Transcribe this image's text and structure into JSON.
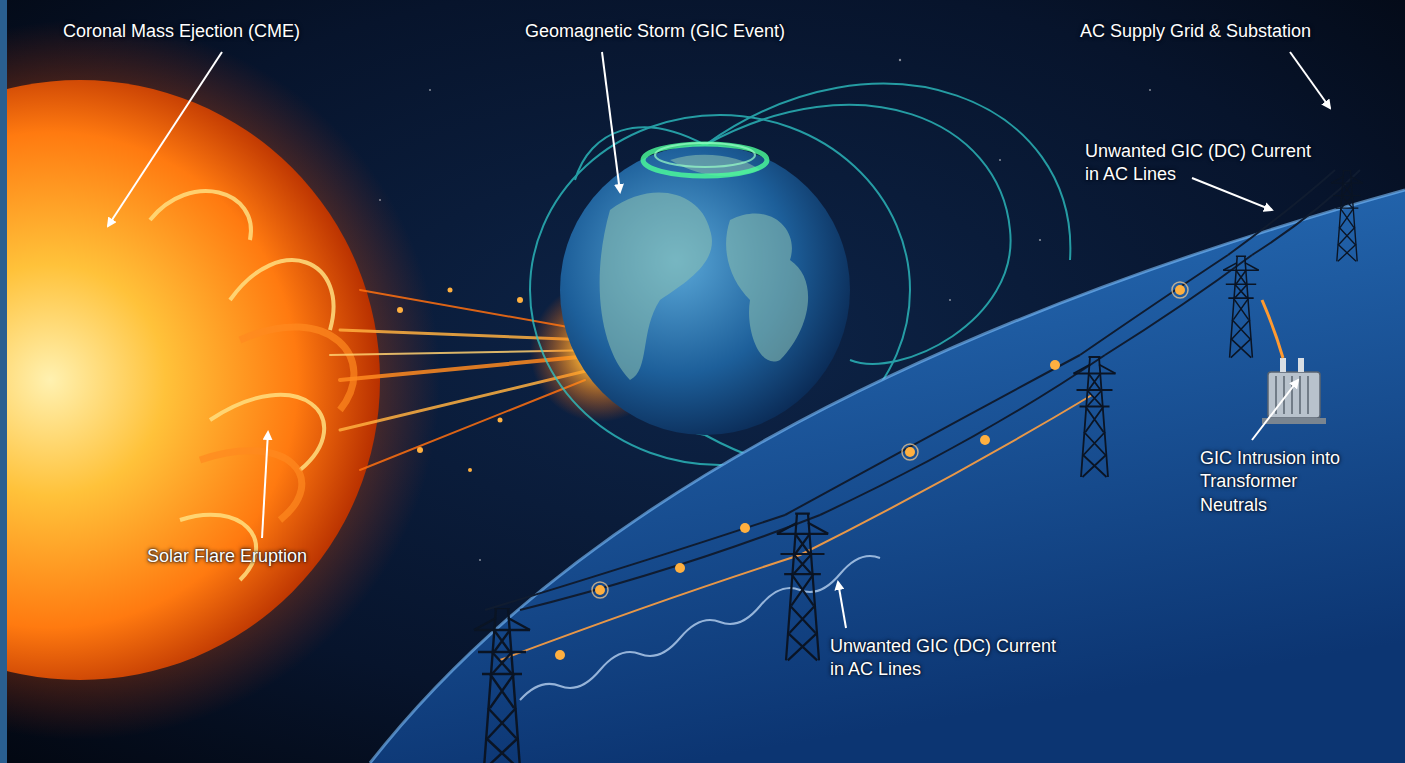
{
  "diagram": {
    "labels": [
      "Coronal Mass Ejection (CME)",
      "Geomagnetic Storm (GIC Event)",
      "AC Supply Grid & Substation",
      "Unwanted GIC (DC) Current in AC Lines",
      "GIC Intrusion into Transformer Neutrals",
      "Solar Flare Eruption",
      "Unwanted GIC (DC) Current in AC Lines"
    ]
  }
}
